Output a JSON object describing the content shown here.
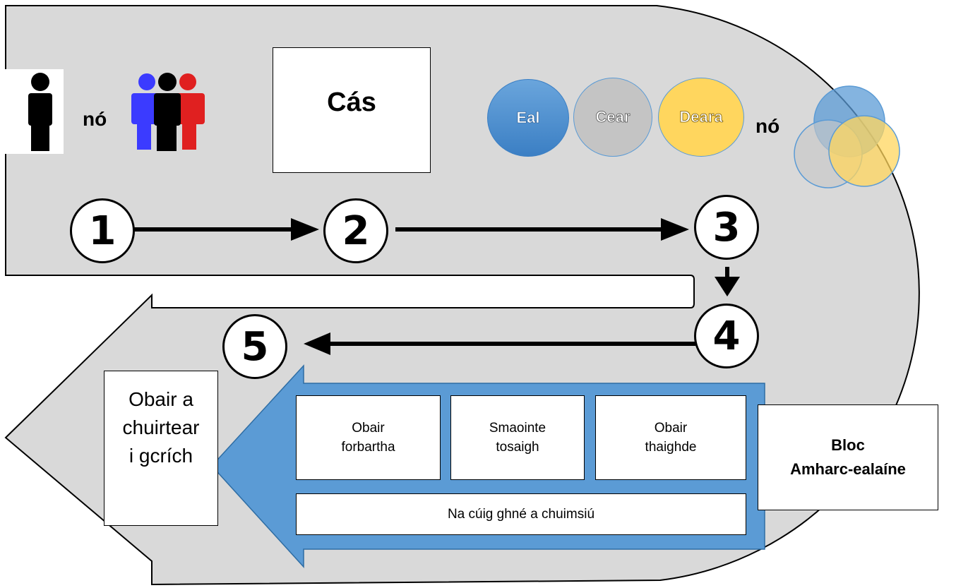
{
  "labels": {
    "or_1": "nó",
    "or_2": "nó"
  },
  "case": {
    "label": "Cás"
  },
  "groups": [
    {
      "label": "Eal",
      "color": "#4a8ccf"
    },
    {
      "label": "Cear",
      "color": "#c4c4c4"
    },
    {
      "label": "Deara",
      "color": "#ffd65e"
    }
  ],
  "steps": [
    "1",
    "2",
    "3",
    "4",
    "5"
  ],
  "stages": {
    "development": "Obair\nforbartha",
    "initial_ideas": "Smaointe\ntosaigh",
    "research": "Obair\nthaighde",
    "five_elements": "Na cúig ghné a chuimsiú"
  },
  "block": {
    "line1": "Bloc",
    "line2": "Amharc-ealaíne"
  },
  "final": {
    "label": "Obair a\nchuirtear\ni gcrích"
  },
  "colors": {
    "background": "#d9d9d9",
    "arrow_blue": "#5b9bd5",
    "person_black": "#000000",
    "person_blue": "#3b3bff",
    "person_red": "#e02020"
  }
}
